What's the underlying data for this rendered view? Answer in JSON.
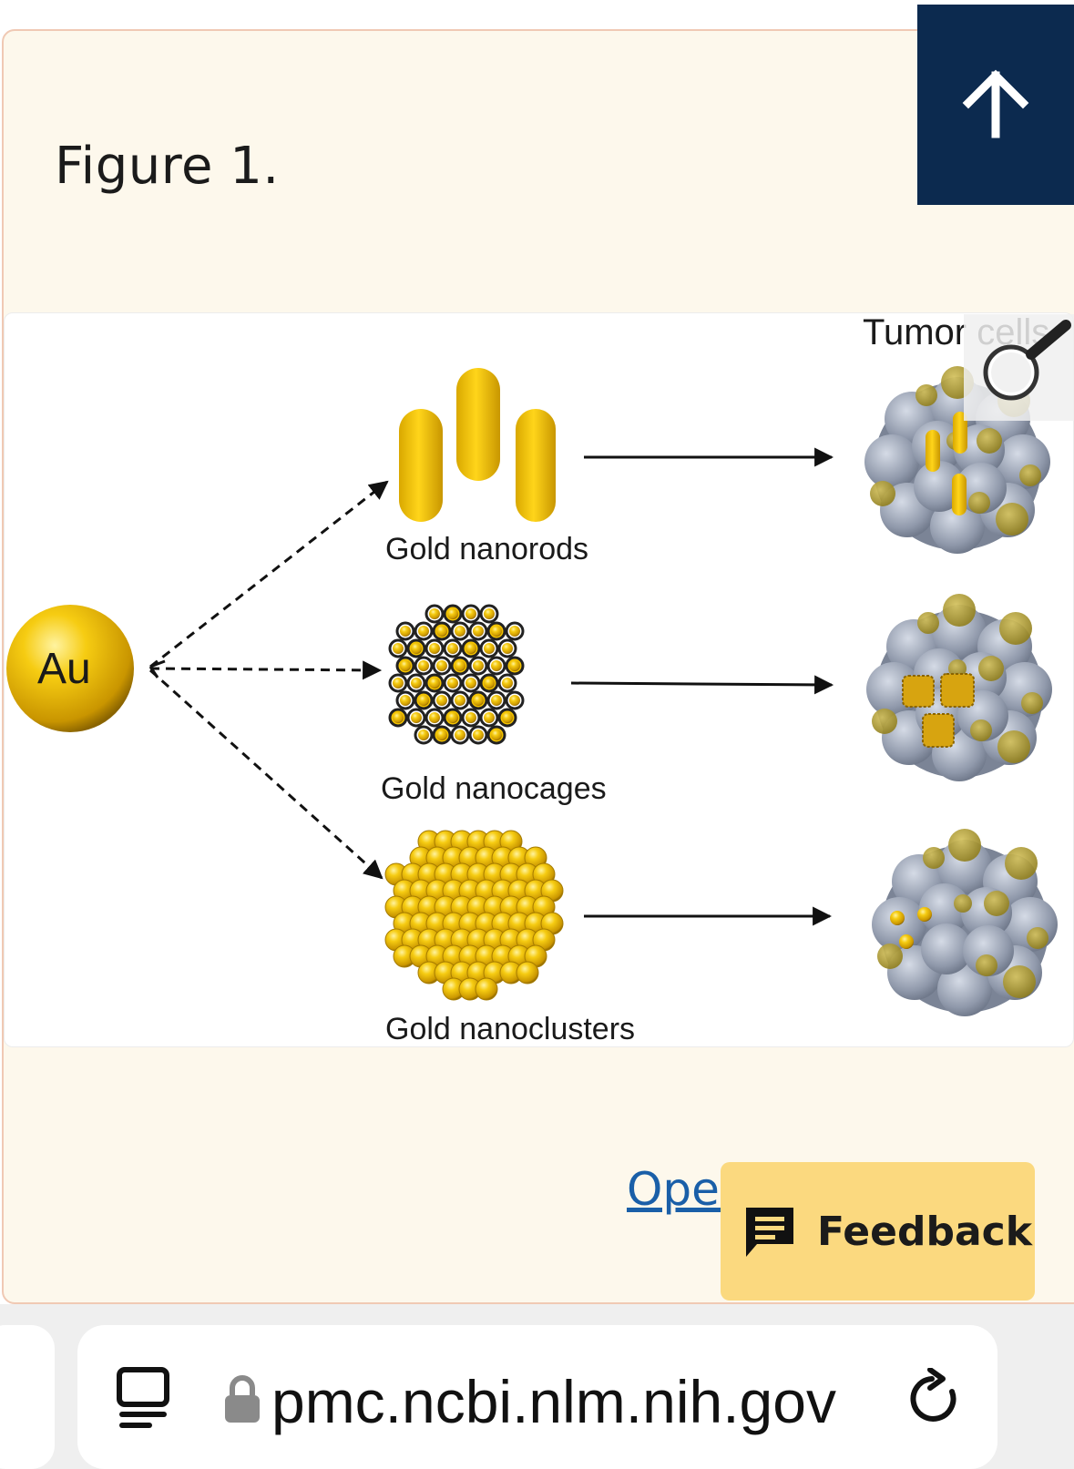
{
  "figure": {
    "title": "Figure 1.",
    "labels": {
      "tumor": "Tumor cells",
      "au": "Au",
      "nanorods": "Gold nanorods",
      "nanocages": "Gold nanocages",
      "nanoclusters": "Gold nanoclusters"
    }
  },
  "actions": {
    "open_link": "Open",
    "feedback": "Feedback"
  },
  "browser": {
    "url": "pmc.ncbi.nlm.nih.gov"
  },
  "icons": {
    "back_to_top": "arrow-up-icon",
    "magnifier": "magnifier-icon",
    "feedback": "chat-bubble-icon",
    "tabs": "tab-overview-icon",
    "lock": "lock-icon",
    "reload": "reload-icon"
  },
  "colors": {
    "panel_bg": "#fdf8ec",
    "panel_border": "#f0c9b4",
    "back_to_top_bg": "#0c2a4f",
    "link": "#1a5fa8",
    "feedback_bg": "#fbd97f",
    "gold": "#f2c200"
  }
}
